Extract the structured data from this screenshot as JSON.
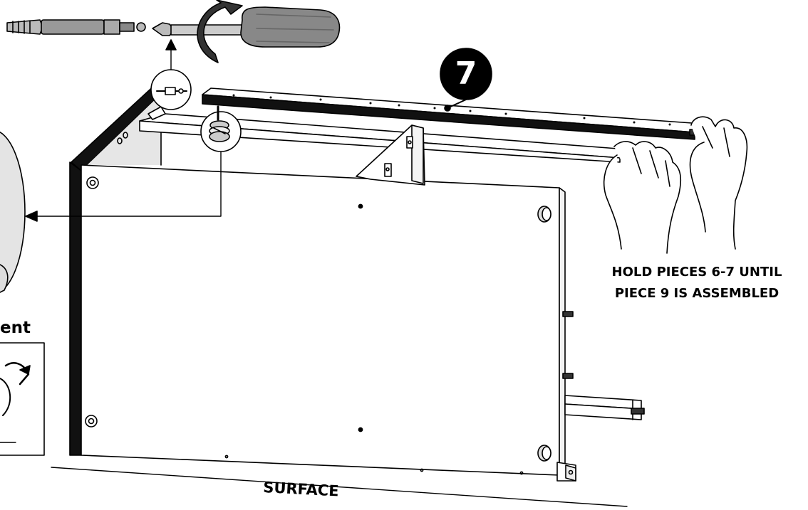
{
  "piece_badge": {
    "number": "7"
  },
  "instructions": {
    "hold_line_1": "HOLD PIECES 6-7 UNTIL",
    "hold_line_2": "PIECE 9 IS ASSEMBLED"
  },
  "surface_label": "SURFACE",
  "partial_label": "ent",
  "colors": {
    "line": "#000000",
    "fill": "#ffffff",
    "shade": "#d9d9d9",
    "dark": "#1a1a1a"
  }
}
